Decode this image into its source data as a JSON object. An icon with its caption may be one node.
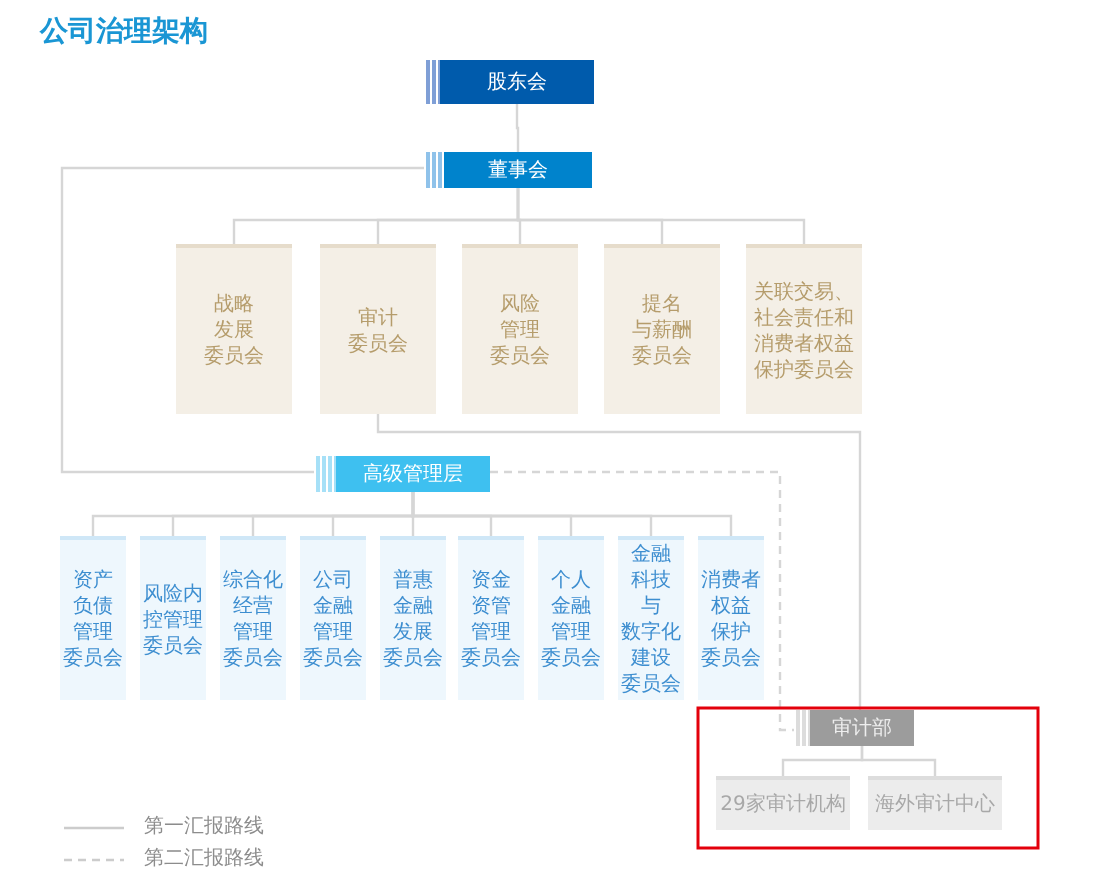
{
  "diagram": {
    "title": "公司治理架构",
    "nodes": [
      {
        "text": [
          "股东会"
        ]
      },
      {
        "text": [
          "董事会"
        ]
      },
      {
        "text": [
          "战略发展委员会"
        ]
      },
      {
        "text": [
          "审计委员会"
        ]
      },
      {
        "text": [
          "风险管理委员会"
        ]
      },
      {
        "text": [
          "提名与薪酬委员会"
        ]
      },
      {
        "text": [
          "关联交易、社会责任和消费者权益保护委员会"
        ]
      },
      {
        "text": [
          "高级管理层"
        ]
      },
      {
        "text": [
          "资产负债管理委员会"
        ]
      },
      {
        "text": [
          "风险内控管理委员会"
        ]
      },
      {
        "text": [
          "综合化经营管理委员会"
        ]
      },
      {
        "text": [
          "公司金融管理委员会"
        ]
      },
      {
        "text": [
          "普惠金融发展委员会"
        ]
      },
      {
        "text": [
          "资金资管管理委员会"
        ]
      },
      {
        "text": [
          "个人金融管理委员会"
        ]
      },
      {
        "text": [
          "金融科技与数字化建设委员会"
        ]
      },
      {
        "text": [
          "消费者权益保护委员会"
        ]
      },
      {
        "text": [
          "审计部"
        ]
      },
      {
        "text": [
          "29家审计机构"
        ]
      },
      {
        "text": [
          "海外审计中心"
        ]
      }
    ],
    "edges": [
      {
        "from": 0,
        "to": 1,
        "arrow": "none"
      },
      {
        "from": 1,
        "to": 2,
        "arrow": "none"
      },
      {
        "from": 1,
        "to": 3,
        "arrow": "none"
      },
      {
        "from": 1,
        "to": 4,
        "arrow": "none"
      },
      {
        "from": 1,
        "to": 5,
        "arrow": "none"
      },
      {
        "from": 1,
        "to": 6,
        "arrow": "none"
      },
      {
        "from": 1,
        "to": 7,
        "arrow": "none"
      },
      {
        "from": 3,
        "to": 17,
        "arrow": "none"
      },
      {
        "from": 7,
        "to": 8,
        "arrow": "none"
      },
      {
        "from": 7,
        "to": 9,
        "arrow": "none"
      },
      {
        "from": 7,
        "to": 10,
        "arrow": "none"
      },
      {
        "from": 7,
        "to": 11,
        "arrow": "none"
      },
      {
        "from": 7,
        "to": 12,
        "arrow": "none"
      },
      {
        "from": 7,
        "to": 13,
        "arrow": "none"
      },
      {
        "from": 7,
        "to": 14,
        "arrow": "none"
      },
      {
        "from": 7,
        "to": 15,
        "arrow": "none"
      },
      {
        "from": 7,
        "to": 16,
        "arrow": "none"
      },
      {
        "from": 7,
        "to": 17,
        "arrow": "none",
        "style": "dashed"
      },
      {
        "from": 17,
        "to": 18,
        "arrow": "none"
      },
      {
        "from": 17,
        "to": 19,
        "arrow": "none"
      }
    ],
    "legend": [
      {
        "text": "第一汇报路线"
      },
      {
        "text": "第二汇报路线"
      }
    ]
  }
}
